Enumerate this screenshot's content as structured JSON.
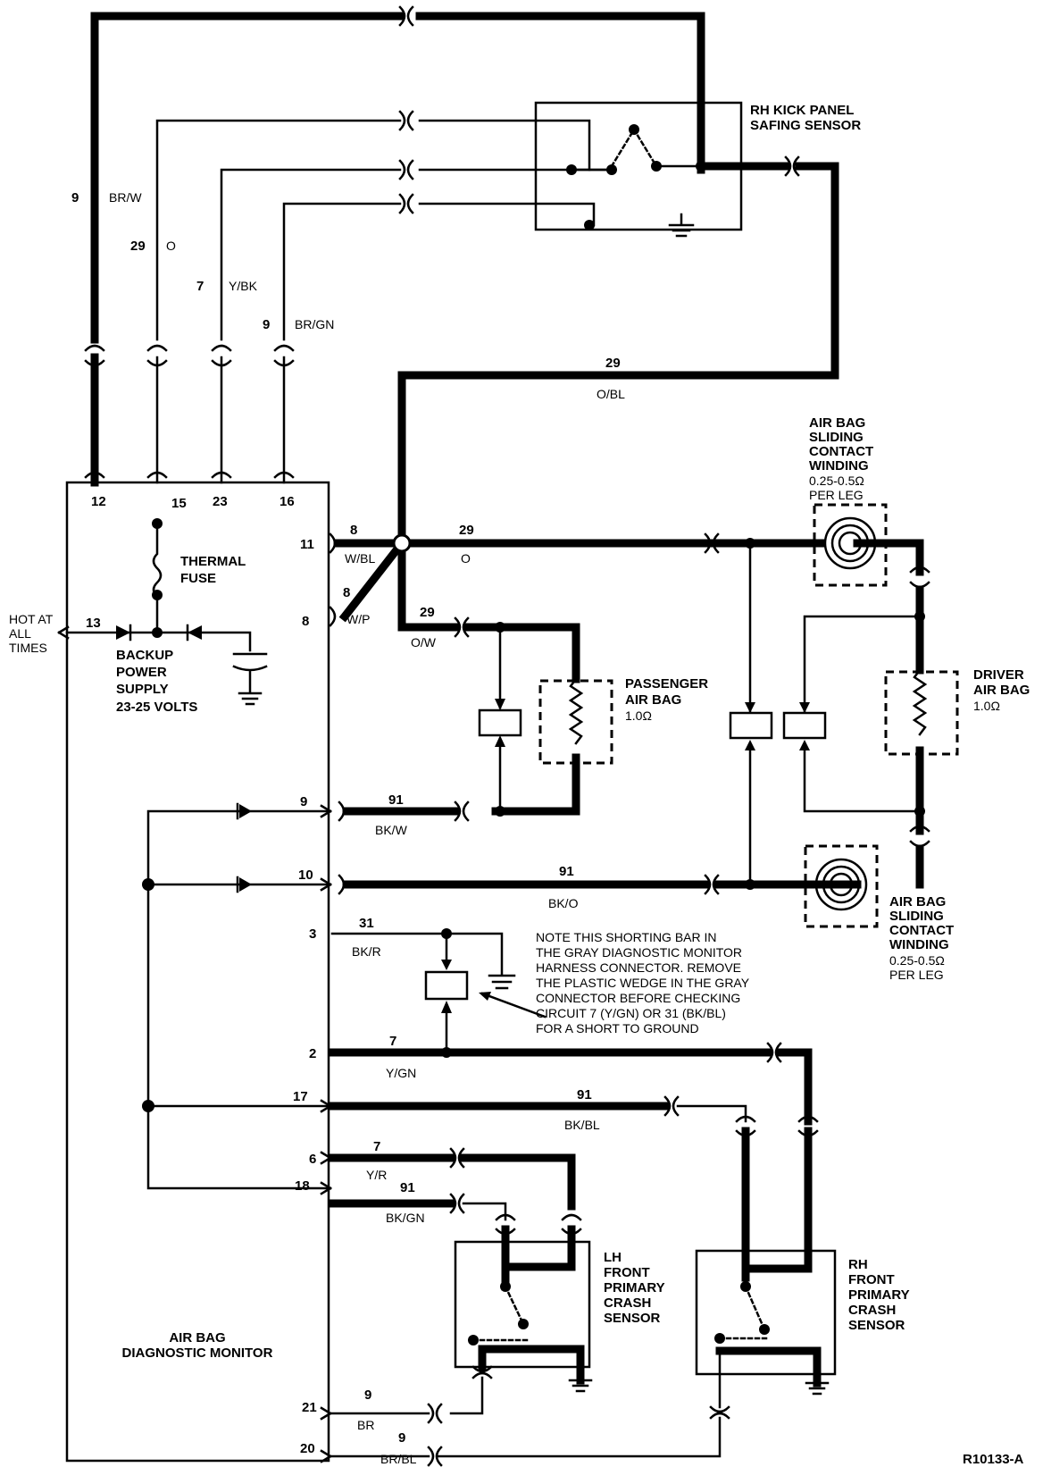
{
  "diagram_id": "R10133-A",
  "monitor": {
    "title_line1": "AIR BAG",
    "title_line2": "DIAGNOSTIC MONITOR"
  },
  "top_pins": [
    {
      "pin": "12",
      "circuit": "9",
      "color": "BR/W"
    },
    {
      "pin": "15",
      "circuit": "29",
      "color": "O"
    },
    {
      "pin": "23",
      "circuit": "7",
      "color": "Y/BK"
    },
    {
      "pin": "16",
      "circuit": "9",
      "color": "BR/GN"
    }
  ],
  "thermal_fuse": {
    "line1": "THERMAL",
    "line2": "FUSE"
  },
  "hot_at_all_times": {
    "pin": "13",
    "line1": "HOT AT",
    "line2": "ALL",
    "line3": "TIMES"
  },
  "backup_supply": {
    "line1": "BACKUP",
    "line2": "POWER",
    "line3": "SUPPLY",
    "line4": "23-25 VOLTS"
  },
  "safing_sensor": {
    "line1": "RH KICK PANEL",
    "line2": "SAFING SENSOR"
  },
  "safing_link": {
    "circuit": "29",
    "color": "O/BL"
  },
  "pin11": {
    "pin": "11",
    "circuit": "8",
    "color": "W/BL",
    "out_circuit": "29",
    "out_color": "O"
  },
  "pin8": {
    "pin": "8",
    "circuit": "8",
    "color": "W/P",
    "out_circuit": "29",
    "out_color": "O/W"
  },
  "passenger_airbag": {
    "line1": "PASSENGER",
    "line2": "AIR BAG",
    "resistance": "1.0Ω"
  },
  "driver_airbag": {
    "line1": "DRIVER",
    "line2": "AIR BAG",
    "resistance": "1.0Ω"
  },
  "sliding_top": {
    "line1": "AIR BAG",
    "line2": "SLIDING",
    "line3": "CONTACT",
    "line4": "WINDING",
    "line5": "0.25-0.5Ω",
    "line6": "PER LEG"
  },
  "sliding_bottom": {
    "line1": "AIR BAG",
    "line2": "SLIDING",
    "line3": "CONTACT",
    "line4": "WINDING",
    "line5": "0.25-0.5Ω",
    "line6": "PER LEG"
  },
  "pin9": {
    "pin": "9",
    "circuit": "91",
    "color": "BK/W"
  },
  "pin10": {
    "pin": "10",
    "circuit": "91",
    "color": "BK/O"
  },
  "pin3": {
    "pin": "3",
    "circuit": "31",
    "color": "BK/R"
  },
  "note": {
    "line1": "NOTE THIS SHORTING BAR IN",
    "line2": "THE GRAY DIAGNOSTIC MONITOR",
    "line3": "HARNESS CONNECTOR. REMOVE",
    "line4": "THE PLASTIC WEDGE IN THE GRAY",
    "line5": "CONNECTOR BEFORE CHECKING",
    "line6": "CIRCUIT 7 (Y/GN) OR 31 (BK/BL)",
    "line7": "FOR A SHORT TO GROUND"
  },
  "pin2": {
    "pin": "2",
    "circuit": "7",
    "color": "Y/GN"
  },
  "pin17": {
    "pin": "17",
    "circuit": "91",
    "color": "BK/BL"
  },
  "pin6": {
    "pin": "6",
    "circuit": "7",
    "color": "Y/R"
  },
  "pin18": {
    "pin": "18",
    "circuit": "91",
    "color": "BK/GN"
  },
  "pin21": {
    "pin": "21",
    "circuit": "9",
    "color": "BR"
  },
  "pin20": {
    "pin": "20",
    "circuit": "9",
    "color": "BR/BL"
  },
  "lh_sensor": {
    "line1": "LH",
    "line2": "FRONT",
    "line3": "PRIMARY",
    "line4": "CRASH",
    "line5": "SENSOR"
  },
  "rh_sensor": {
    "line1": "RH",
    "line2": "FRONT",
    "line3": "PRIMARY",
    "line4": "CRASH",
    "line5": "SENSOR"
  }
}
